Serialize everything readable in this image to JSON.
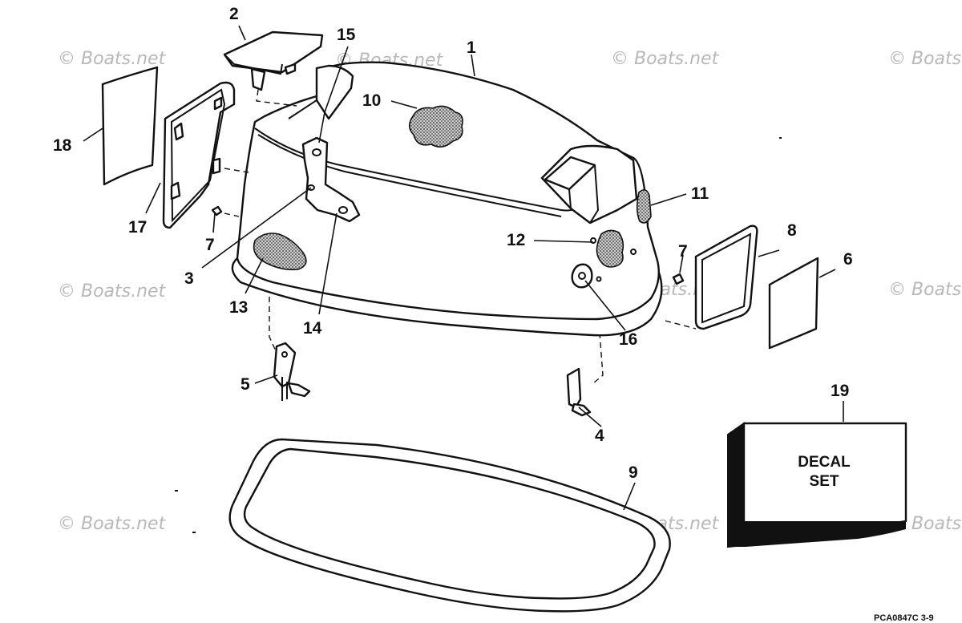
{
  "watermark": "© Boats.net",
  "decal_box": {
    "line1": "DECAL",
    "line2": "SET"
  },
  "drawing_code": "PCA0847C   3-9",
  "callouts": [
    "1",
    "2",
    "3",
    "4",
    "5",
    "6",
    "7",
    "7",
    "8",
    "9",
    "10",
    "11",
    "12",
    "13",
    "14",
    "15",
    "16",
    "17",
    "18",
    "19"
  ]
}
